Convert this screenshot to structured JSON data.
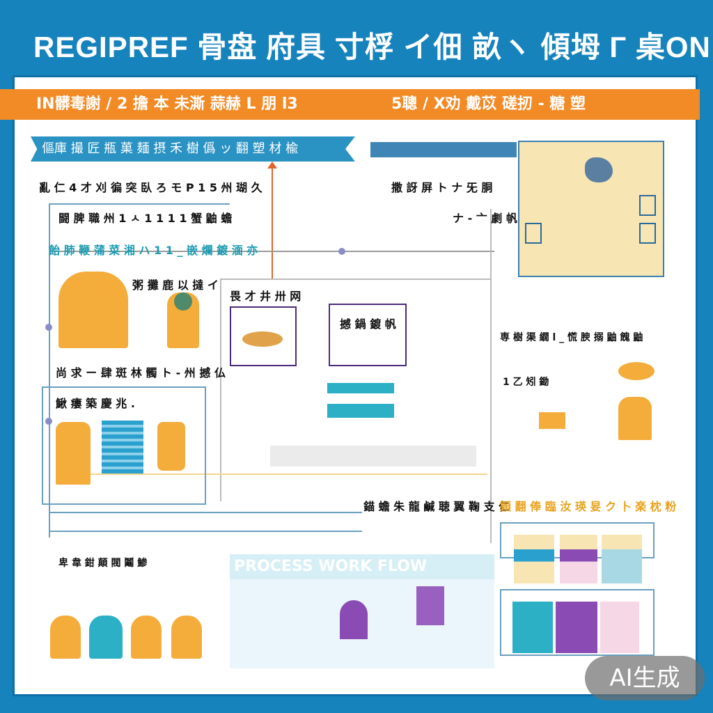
{
  "header": {
    "title": "REGIPREF 骨盘 府具 寸桴 イ佃 畝ヽ 傾坶 Г 桌ON"
  },
  "banner": {
    "left": "IN髒毒謝 / 2 擔 本 未澌 蒜赫 L 朋 l3",
    "right": "5聰 / X劝 戴苡  磋扨 - 糖 塑"
  },
  "ribbon": {
    "label": "傴庫 撮 匠 瓶 菓 麺 摂 禾 樹 僞 ッ  翻 塑 材 楡"
  },
  "labels": {
    "l1": "亂 仁 4 才 刈 徧 突 臥 ろ モ P 1 5  州  瑚 久",
    "l2": "闘 脾 職 州 1 ㅅ 1 1 1 1  蟹 鼬 蟾",
    "l3": "飴 肺 鞭 蒲 菜 湘 ハ 1 1 _ 嵌 爛 鍍 湎 亦",
    "l4": "撒 訝 屏 ト ナ 旡 胴",
    "l5": "ナ - 亠 劇 帆",
    "l6": "粥 攤 鹿 以 撻 イ",
    "l7": "畏 才 井 卅 网",
    "l8": "撼 鍋 鍍 帆",
    "l9": "尚 求 ー 肆 斑 林 髑 ト - 州 撼 仏",
    "l10": "鰍 瘻 築 慶 兆 .",
    "l11": "専 樹 渠 繝 l _ 慌 腴 搦 鼬 餽 鼬",
    "l12": "1 乙 矧 鋤",
    "l13": "錨 蟾 朱 龍 鹹 聴 翼 鞠 支 仁",
    "l14": "顆 翻 俸 臨 汝 瑛 妟 ク 卜 楽 枕 粉",
    "l15": "卑 韋 鉗 顛 閥 鬮 鯵",
    "l16": "PROCESS WORK FLOW"
  },
  "watermark": "AI生成",
  "colors": {
    "blue": "#1683bd",
    "orange": "#f28a25",
    "gold": "#f4ac3a",
    "teal": "#2bb0c6",
    "purple": "#8a4cb4"
  }
}
